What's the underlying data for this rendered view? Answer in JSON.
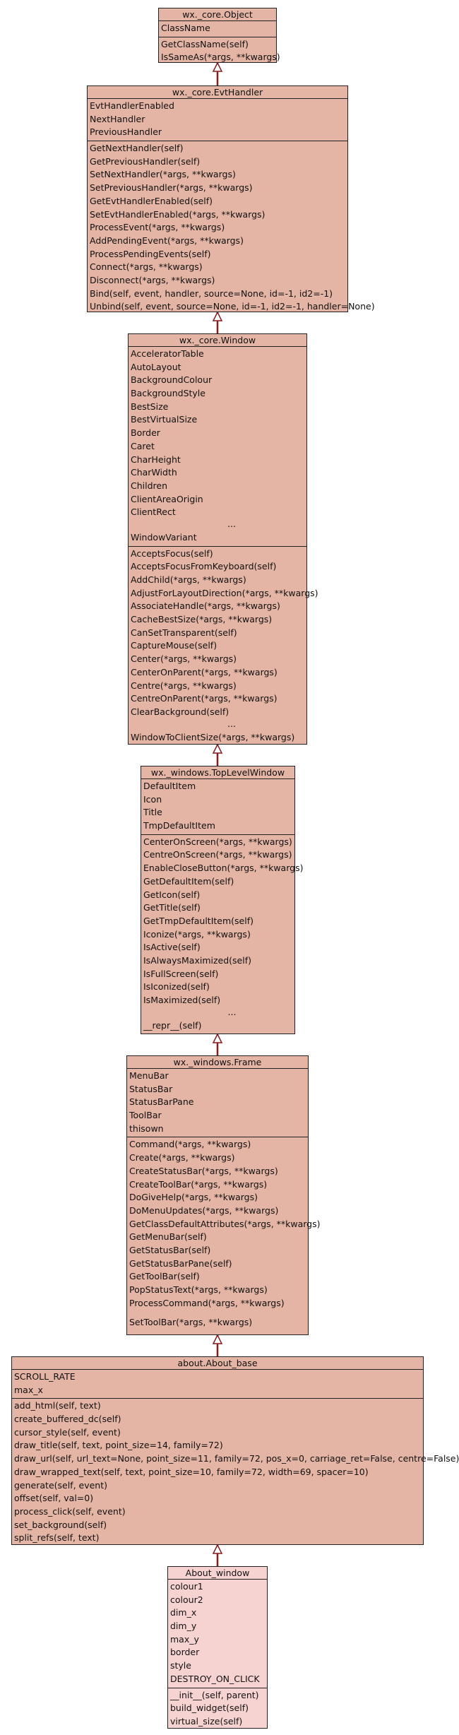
{
  "colors": {
    "box_fill": "#e4b4a4",
    "leaf_fill": "#f6d3d1",
    "border": "#222222",
    "edge": "#8b1a1a"
  },
  "classes": {
    "object": {
      "title": "wx._core.Object",
      "attributes": [
        "ClassName"
      ],
      "methods": [
        "GetClassName(self)",
        "IsSameAs(*args, **kwargs)"
      ]
    },
    "evthandler": {
      "title": "wx._core.EvtHandler",
      "attributes": [
        "EvtHandlerEnabled",
        "NextHandler",
        "PreviousHandler"
      ],
      "methods": [
        "GetNextHandler(self)",
        "GetPreviousHandler(self)",
        "SetNextHandler(*args, **kwargs)",
        "SetPreviousHandler(*args, **kwargs)",
        "GetEvtHandlerEnabled(self)",
        "SetEvtHandlerEnabled(*args, **kwargs)",
        "ProcessEvent(*args, **kwargs)",
        "AddPendingEvent(*args, **kwargs)",
        "ProcessPendingEvents(self)",
        "Connect(*args, **kwargs)",
        "Disconnect(*args, **kwargs)",
        "Bind(self, event, handler, source=None, id=-1, id2=-1)",
        "Unbind(self, event, source=None, id=-1, id2=-1, handler=None)"
      ]
    },
    "window": {
      "title": "wx._core.Window",
      "attributes": [
        "AcceleratorTable",
        "AutoLayout",
        "BackgroundColour",
        "BackgroundStyle",
        "BestSize",
        "BestVirtualSize",
        "Border",
        "Caret",
        "CharHeight",
        "CharWidth",
        "Children",
        "ClientAreaOrigin",
        "ClientRect",
        "...",
        "WindowVariant"
      ],
      "methods": [
        "AcceptsFocus(self)",
        "AcceptsFocusFromKeyboard(self)",
        "AddChild(*args, **kwargs)",
        "AdjustForLayoutDirection(*args, **kwargs)",
        "AssociateHandle(*args, **kwargs)",
        "CacheBestSize(*args, **kwargs)",
        "CanSetTransparent(self)",
        "CaptureMouse(self)",
        "Center(*args, **kwargs)",
        "CenterOnParent(*args, **kwargs)",
        "Centre(*args, **kwargs)",
        "CentreOnParent(*args, **kwargs)",
        "ClearBackground(self)",
        "...",
        "WindowToClientSize(*args, **kwargs)"
      ]
    },
    "toplevel": {
      "title": "wx._windows.TopLevelWindow",
      "attributes": [
        "DefaultItem",
        "Icon",
        "Title",
        "TmpDefaultItem"
      ],
      "methods": [
        "CenterOnScreen(*args, **kwargs)",
        "CentreOnScreen(*args, **kwargs)",
        "EnableCloseButton(*args, **kwargs)",
        "GetDefaultItem(self)",
        "GetIcon(self)",
        "GetTitle(self)",
        "GetTmpDefaultItem(self)",
        "Iconize(*args, **kwargs)",
        "IsActive(self)",
        "IsAlwaysMaximized(self)",
        "IsFullScreen(self)",
        "IsIconized(self)",
        "IsMaximized(self)",
        "...",
        "__repr__(self)"
      ]
    },
    "frame": {
      "title": "wx._windows.Frame",
      "attributes": [
        "MenuBar",
        "StatusBar",
        "StatusBarPane",
        "ToolBar",
        "thisown"
      ],
      "methods": [
        "Command(*args, **kwargs)",
        "Create(*args, **kwargs)",
        "CreateStatusBar(*args, **kwargs)",
        "CreateToolBar(*args, **kwargs)",
        "DoGiveHelp(*args, **kwargs)",
        "DoMenuUpdates(*args, **kwargs)",
        "GetClassDefaultAttributes(*args, **kwargs)",
        "GetMenuBar(self)",
        "GetStatusBar(self)",
        "GetStatusBarPane(self)",
        "GetToolBar(self)",
        "PopStatusText(*args, **kwargs)",
        "ProcessCommand(*args, **kwargs)",
        "",
        "SetToolBar(*args, **kwargs)"
      ]
    },
    "about_base": {
      "title": "about.About_base",
      "attributes": [
        "SCROLL_RATE",
        "max_x"
      ],
      "methods": [
        "add_html(self, text)",
        "create_buffered_dc(self)",
        "cursor_style(self, event)",
        "draw_title(self, text, point_size=14, family=72)",
        "draw_url(self, url_text=None, point_size=11, family=72, pos_x=0, carriage_ret=False, centre=False)",
        "draw_wrapped_text(self, text, point_size=10, family=72, width=69, spacer=10)",
        "generate(self, event)",
        "offset(self, val=0)",
        "process_click(self, event)",
        "set_background(self)",
        "split_refs(self, text)"
      ]
    },
    "about_window": {
      "title": "About_window",
      "attributes": [
        "colour1",
        "colour2",
        "dim_x",
        "dim_y",
        "max_y",
        "border",
        "style",
        "DESTROY_ON_CLICK"
      ],
      "methods": [
        "__init__(self, parent)",
        "build_widget(self)",
        "virtual_size(self)"
      ]
    }
  }
}
